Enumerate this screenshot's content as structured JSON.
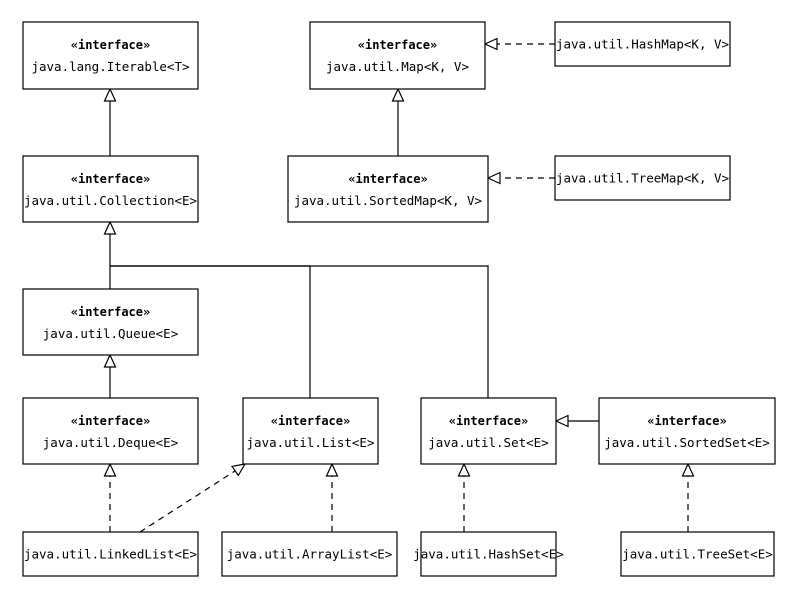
{
  "diagram": {
    "nodes": [
      {
        "id": "iterable",
        "stereotype": "«interface»",
        "name": "java.lang.Iterable<T>"
      },
      {
        "id": "collection",
        "stereotype": "«interface»",
        "name": "java.util.Collection<E>"
      },
      {
        "id": "queue",
        "stereotype": "«interface»",
        "name": "java.util.Queue<E>"
      },
      {
        "id": "deque",
        "stereotype": "«interface»",
        "name": "java.util.Deque<E>"
      },
      {
        "id": "list",
        "stereotype": "«interface»",
        "name": "java.util.List<E>"
      },
      {
        "id": "set",
        "stereotype": "«interface»",
        "name": "java.util.Set<E>"
      },
      {
        "id": "sortedset",
        "stereotype": "«interface»",
        "name": "java.util.SortedSet<E>"
      },
      {
        "id": "map",
        "stereotype": "«interface»",
        "name": "java.util.Map<K, V>"
      },
      {
        "id": "sortedmap",
        "stereotype": "«interface»",
        "name": "java.util.SortedMap<K, V>"
      },
      {
        "id": "hashmap",
        "stereotype": "",
        "name": "java.util.HashMap<K, V>"
      },
      {
        "id": "treemap",
        "stereotype": "",
        "name": "java.util.TreeMap<K, V>"
      },
      {
        "id": "linkedlist",
        "stereotype": "",
        "name": "java.util.LinkedList<E>"
      },
      {
        "id": "arraylist",
        "stereotype": "",
        "name": "java.util.ArrayList<E>"
      },
      {
        "id": "hashset",
        "stereotype": "",
        "name": "java.util.HashSet<E>"
      },
      {
        "id": "treeset",
        "stereotype": "",
        "name": "java.util.TreeSet<E>"
      }
    ],
    "edges": [
      {
        "from": "collection",
        "to": "iterable",
        "kind": "extends"
      },
      {
        "from": "queue",
        "to": "collection",
        "kind": "extends"
      },
      {
        "from": "list",
        "to": "collection",
        "kind": "extends"
      },
      {
        "from": "set",
        "to": "collection",
        "kind": "extends"
      },
      {
        "from": "deque",
        "to": "queue",
        "kind": "extends"
      },
      {
        "from": "sortedset",
        "to": "set",
        "kind": "extends"
      },
      {
        "from": "sortedmap",
        "to": "map",
        "kind": "extends"
      },
      {
        "from": "hashmap",
        "to": "map",
        "kind": "implements"
      },
      {
        "from": "treemap",
        "to": "sortedmap",
        "kind": "implements"
      },
      {
        "from": "linkedlist",
        "to": "deque",
        "kind": "implements"
      },
      {
        "from": "linkedlist",
        "to": "list",
        "kind": "implements"
      },
      {
        "from": "arraylist",
        "to": "list",
        "kind": "implements"
      },
      {
        "from": "hashset",
        "to": "set",
        "kind": "implements"
      },
      {
        "from": "treeset",
        "to": "sortedset",
        "kind": "implements"
      }
    ]
  }
}
